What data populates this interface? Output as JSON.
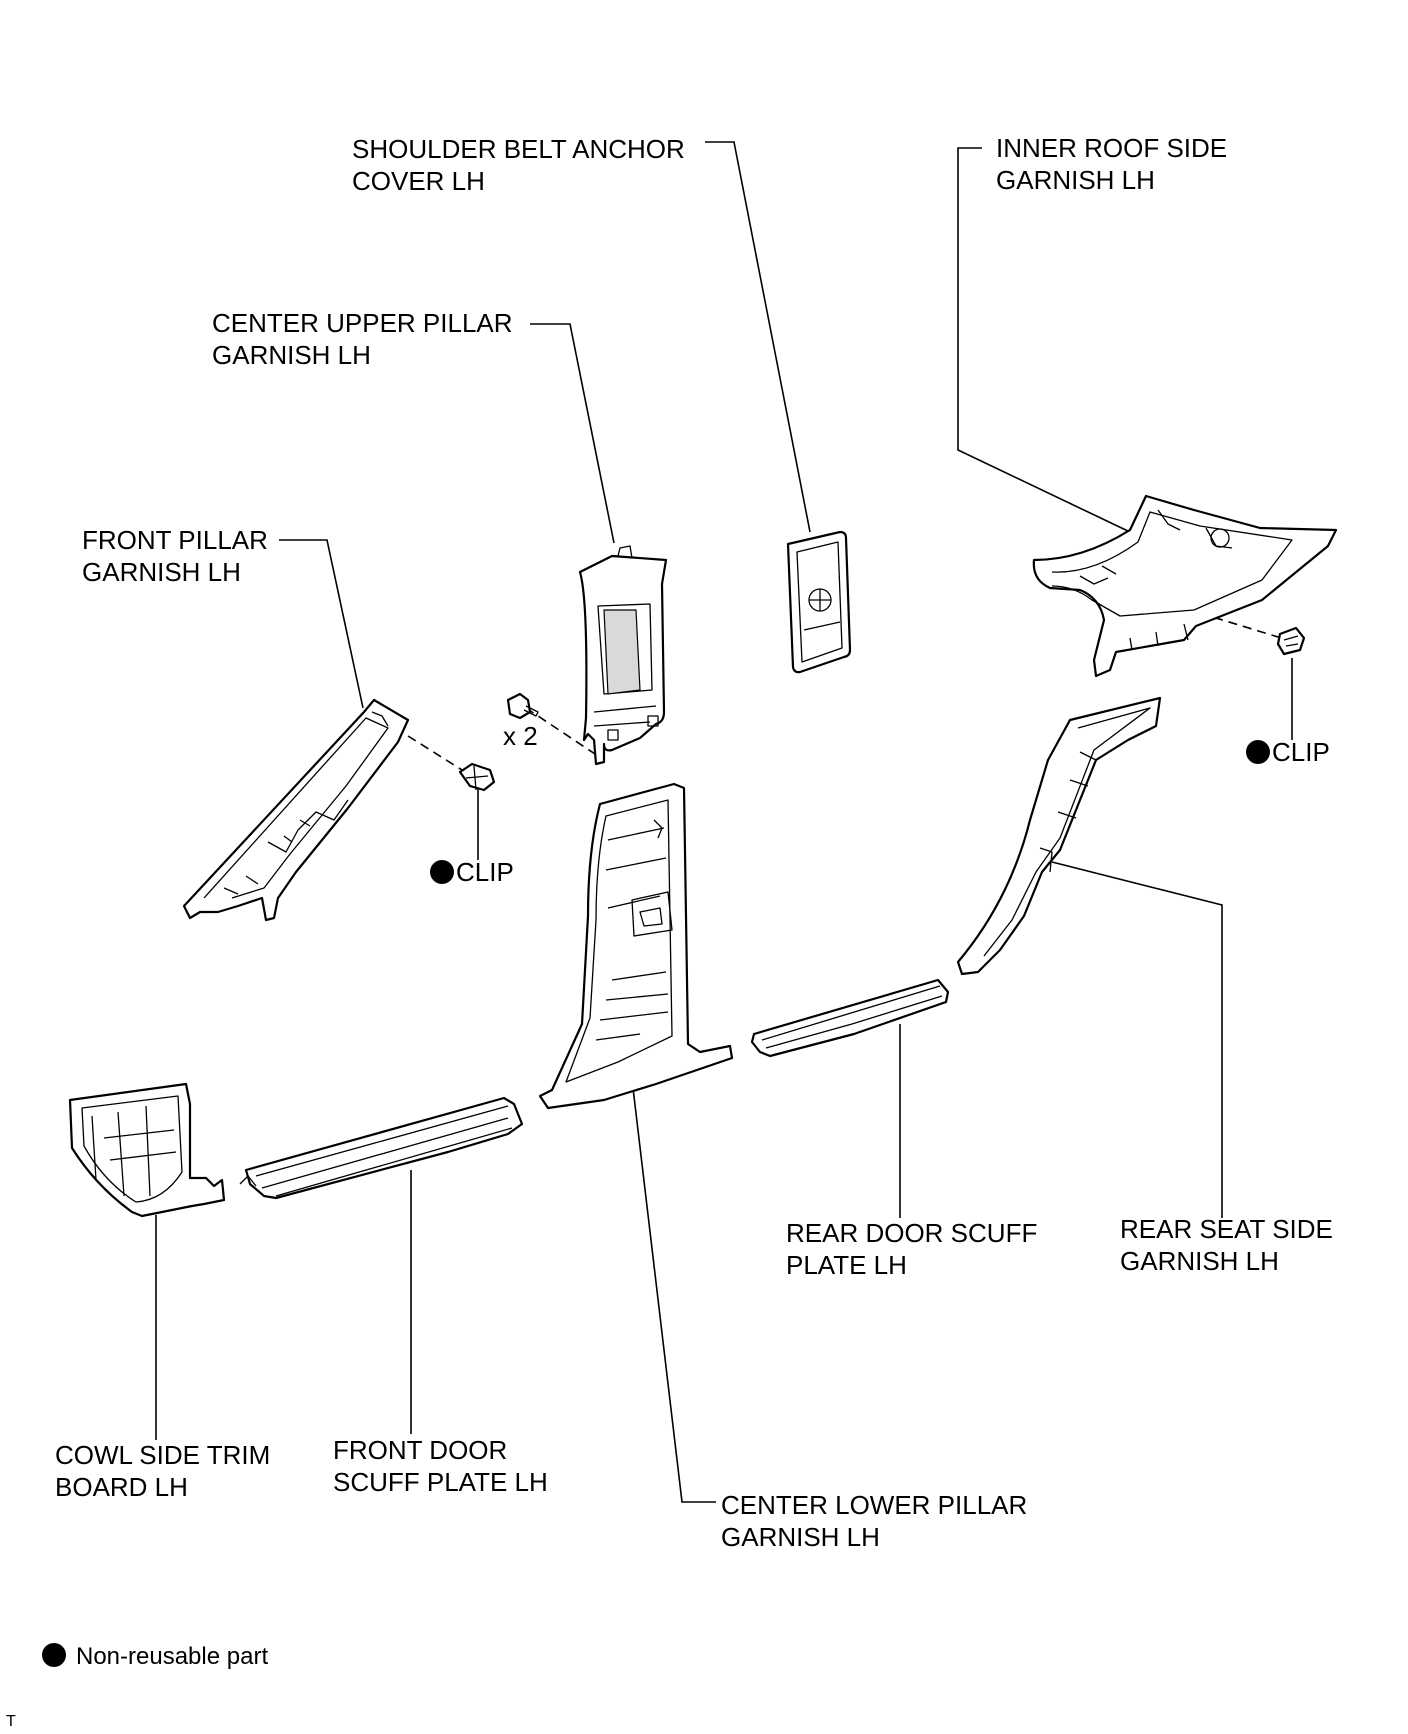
{
  "labels": {
    "shoulder_belt_anchor_cover": [
      "SHOULDER BELT ANCHOR",
      "COVER LH"
    ],
    "inner_roof_side_garnish": [
      "INNER ROOF SIDE",
      "GARNISH LH"
    ],
    "center_upper_pillar_garnish": [
      "CENTER UPPER PILLAR",
      "GARNISH LH"
    ],
    "front_pillar_garnish": [
      "FRONT PILLAR",
      "GARNISH LH"
    ],
    "clip_left": "CLIP",
    "clip_right": "CLIP",
    "screw_qty": "x 2",
    "rear_door_scuff_plate": [
      "REAR DOOR SCUFF",
      "PLATE LH"
    ],
    "rear_seat_side_garnish": [
      "REAR SEAT SIDE",
      "GARNISH LH"
    ],
    "cowl_side_trim_board": [
      "COWL SIDE TRIM",
      "BOARD LH"
    ],
    "front_door_scuff_plate": [
      "FRONT DOOR",
      "SCUFF PLATE LH"
    ],
    "center_lower_pillar_garnish": [
      "CENTER LOWER PILLAR",
      "GARNISH LH"
    ]
  },
  "legend": {
    "non_reusable": "Non-reusable part"
  },
  "figure_code": "T",
  "colors": {
    "ink": "#000000",
    "background": "#ffffff"
  },
  "icons": {
    "non_reusable_marker": "filled-circle"
  }
}
